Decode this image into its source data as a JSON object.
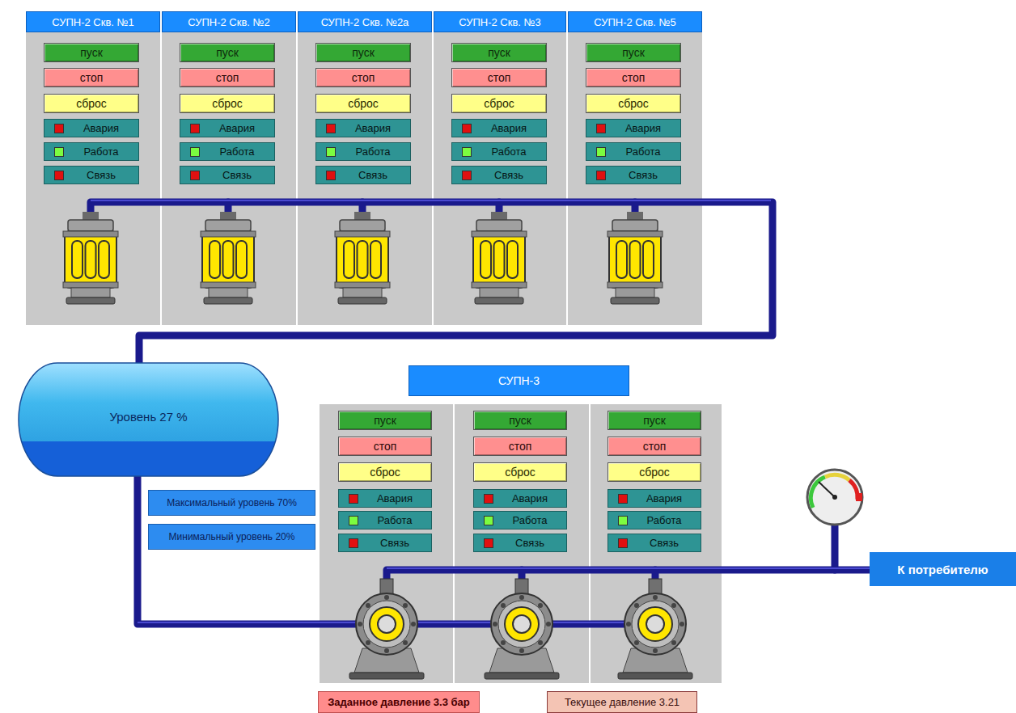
{
  "diagram": {
    "nodes": [
      {
        "text": [
          "СУПН-2 Скв. №1"
        ]
      },
      {
        "text": [
          "пуск"
        ],
        "in": 0
      },
      {
        "text": [
          "стоп"
        ],
        "in": 0
      },
      {
        "text": [
          "сброс"
        ],
        "in": 0
      },
      {
        "text": [
          "Авария"
        ],
        "in": 0
      },
      {
        "text": [
          "Работа"
        ],
        "in": 0
      },
      {
        "text": [
          "Связь"
        ],
        "in": 0
      },
      {
        "text": [
          "СУПН-2 Скв. №2"
        ]
      },
      {
        "text": [
          "пуск"
        ],
        "in": 7
      },
      {
        "text": [
          "стоп"
        ],
        "in": 7
      },
      {
        "text": [
          "сброс"
        ],
        "in": 7
      },
      {
        "text": [
          "Авария"
        ],
        "in": 7
      },
      {
        "text": [
          "Работа"
        ],
        "in": 7
      },
      {
        "text": [
          "Связь"
        ],
        "in": 7
      },
      {
        "text": [
          "СУПН-2 Скв. №2а"
        ]
      },
      {
        "text": [
          "пуск"
        ],
        "in": 14
      },
      {
        "text": [
          "стоп"
        ],
        "in": 14
      },
      {
        "text": [
          "сброс"
        ],
        "in": 14
      },
      {
        "text": [
          "Авария"
        ],
        "in": 14
      },
      {
        "text": [
          "Работа"
        ],
        "in": 14
      },
      {
        "text": [
          "Связь"
        ],
        "in": 14
      },
      {
        "text": [
          "СУПН-2 Скв. №3"
        ]
      },
      {
        "text": [
          "пуск"
        ],
        "in": 21
      },
      {
        "text": [
          "стоп"
        ],
        "in": 21
      },
      {
        "text": [
          "сброс"
        ],
        "in": 21
      },
      {
        "text": [
          "Авария"
        ],
        "in": 21
      },
      {
        "text": [
          "Работа"
        ],
        "in": 21
      },
      {
        "text": [
          "Связь"
        ],
        "in": 21
      },
      {
        "text": [
          "СУПН-2 Скв. №5"
        ]
      },
      {
        "text": [
          "пуск"
        ],
        "in": 28
      },
      {
        "text": [
          "стоп"
        ],
        "in": 28
      },
      {
        "text": [
          "сброс"
        ],
        "in": 28
      },
      {
        "text": [
          "Авария"
        ],
        "in": 28
      },
      {
        "text": [
          "Работа"
        ],
        "in": 28
      },
      {
        "text": [
          "Связь"
        ],
        "in": 28
      },
      {
        "text": [
          "Уровень 27 %"
        ]
      },
      {
        "text": [
          "СУПН-3"
        ]
      },
      {
        "text": [
          "пуск"
        ],
        "in": 36
      },
      {
        "text": [
          "стоп"
        ],
        "in": 36
      },
      {
        "text": [
          "сброс"
        ],
        "in": 36
      },
      {
        "text": [
          "Авария"
        ],
        "in": 36
      },
      {
        "text": [
          "Работа"
        ],
        "in": 36
      },
      {
        "text": [
          "Связь"
        ],
        "in": 36
      },
      {
        "text": [
          "пуск"
        ],
        "in": 36
      },
      {
        "text": [
          "стоп"
        ],
        "in": 36
      },
      {
        "text": [
          "сброс"
        ],
        "in": 36
      },
      {
        "text": [
          "Авария"
        ],
        "in": 36
      },
      {
        "text": [
          "Работа"
        ],
        "in": 36
      },
      {
        "text": [
          "Связь"
        ],
        "in": 36
      },
      {
        "text": [
          "пуск"
        ],
        "in": 36
      },
      {
        "text": [
          "стоп"
        ],
        "in": 36
      },
      {
        "text": [
          "сброс"
        ],
        "in": 36
      },
      {
        "text": [
          "Авария"
        ],
        "in": 36
      },
      {
        "text": [
          "Работа"
        ],
        "in": 36
      },
      {
        "text": [
          "Связь"
        ],
        "in": 36
      },
      {
        "text": [
          "Максимальный уровень 70%"
        ]
      },
      {
        "text": [
          "Минимальный уровень 20%"
        ]
      },
      {
        "text": [
          "К потребителю"
        ]
      },
      {
        "text": [
          "Заданное давление 3.3 бар"
        ]
      },
      {
        "text": [
          "Текущее давление 3.21"
        ]
      }
    ]
  }
}
